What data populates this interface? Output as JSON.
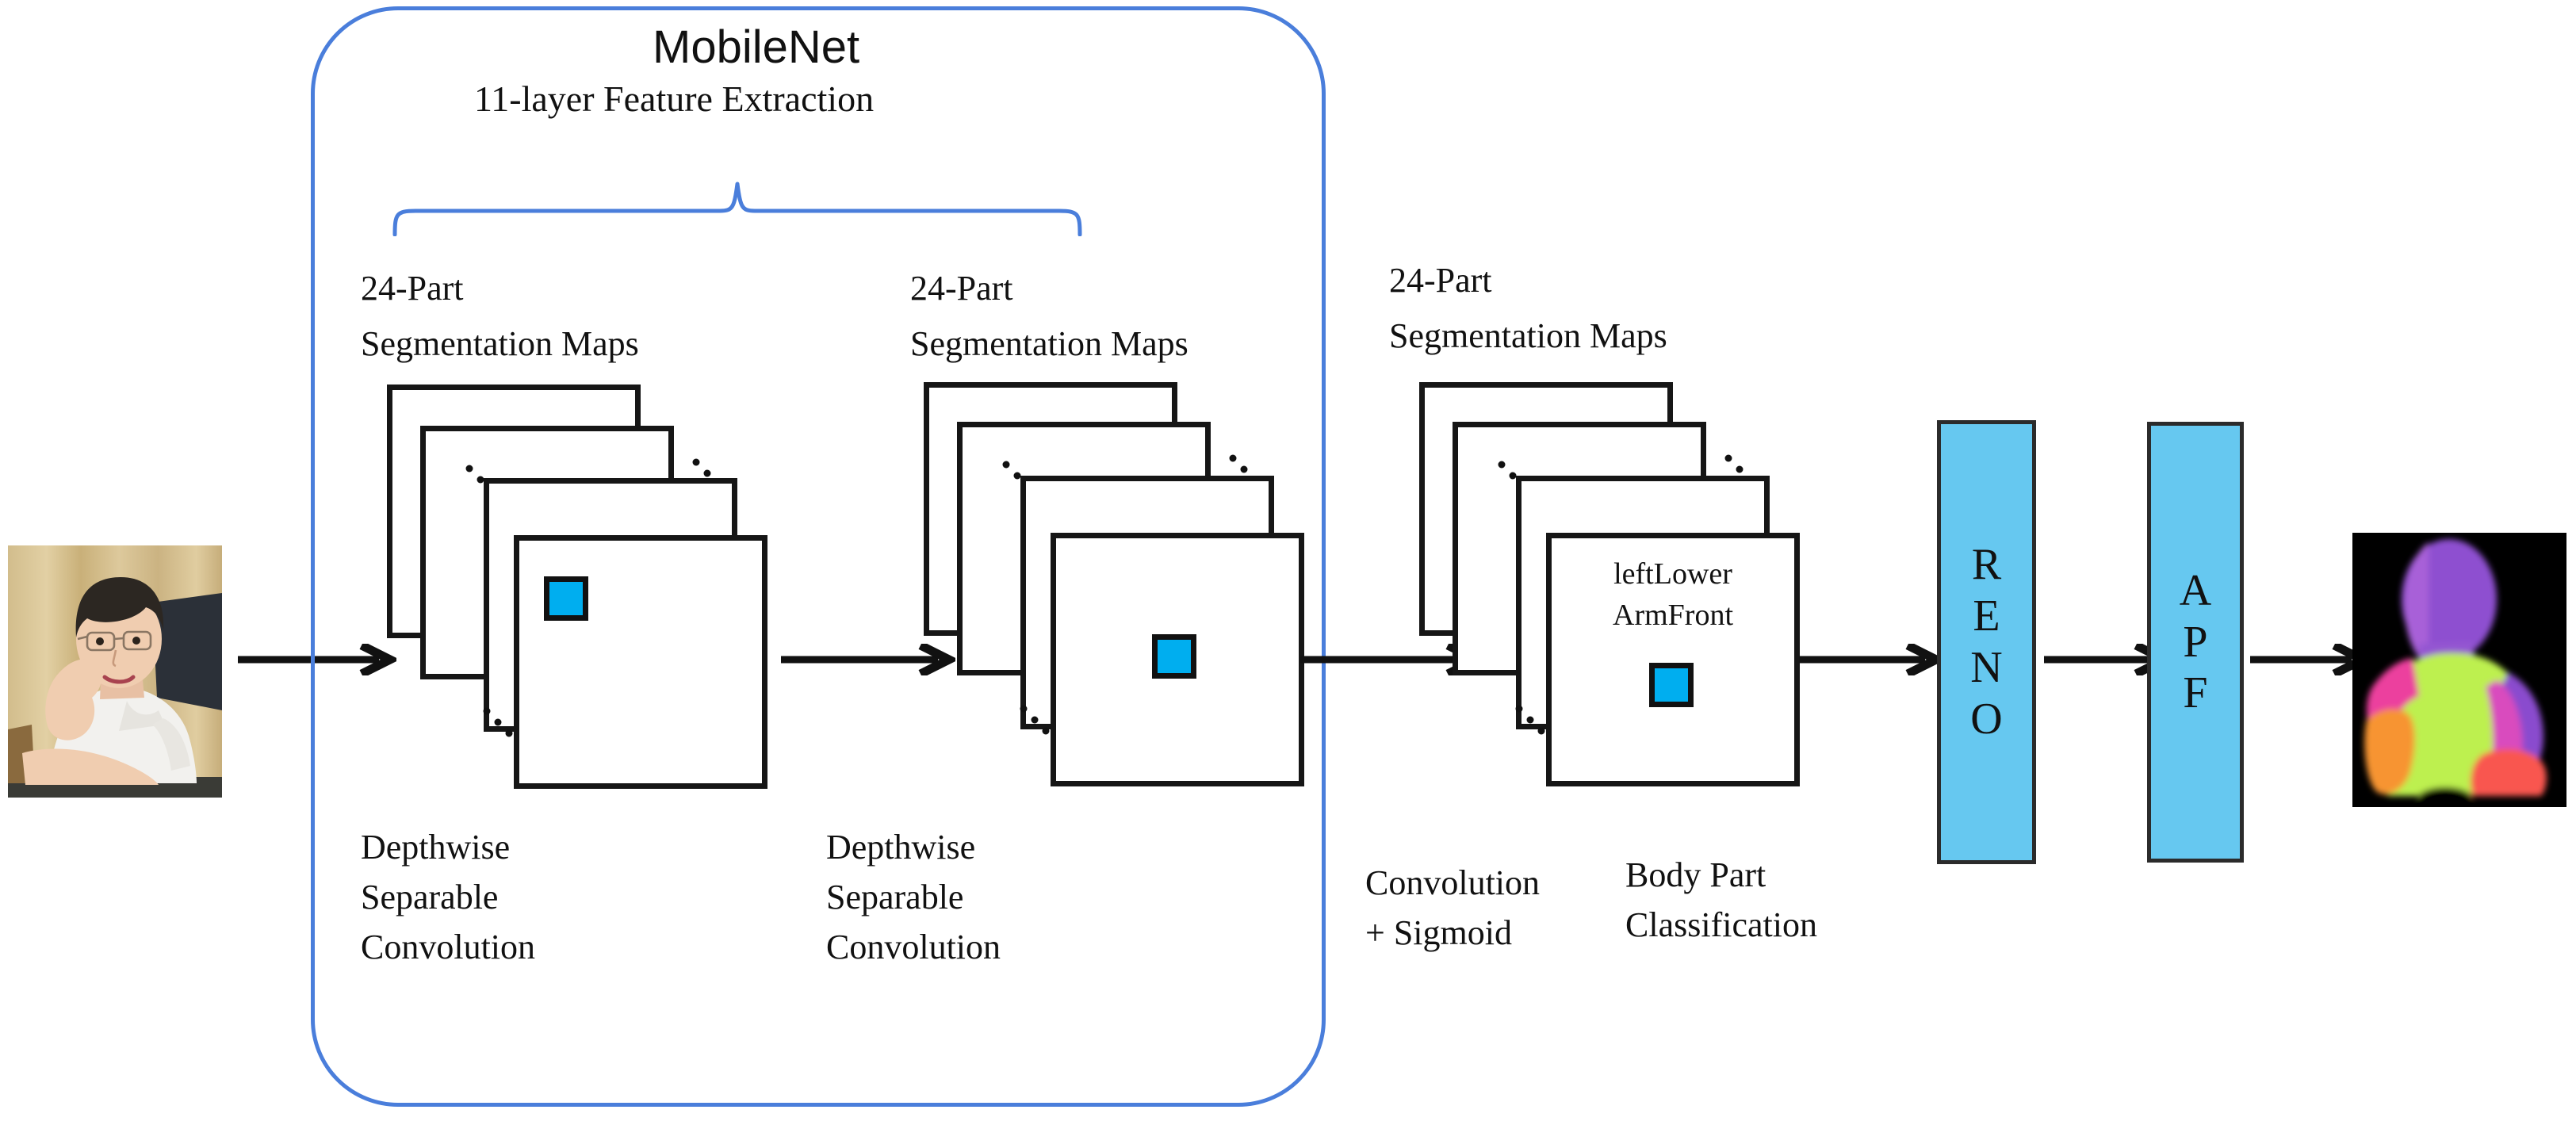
{
  "figure": {
    "type": "pipeline-architecture-diagram",
    "background": "#ffffff",
    "accent_blue": "#4a7edb",
    "block_fill": "#66c8f0",
    "marker_blue": "#00aeef"
  },
  "mobilenet": {
    "title": "MobileNet",
    "subtitle": "11-layer Feature Extraction"
  },
  "stage1": {
    "header_line1": "24-Part",
    "header_line2": "Segmentation Maps",
    "caption_line1": "Depthwise",
    "caption_line2": "Separable",
    "caption_line3": "Convolution"
  },
  "stage2": {
    "header_line1": "24-Part",
    "header_line2": "Segmentation Maps",
    "caption_line1": "Depthwise",
    "caption_line2": "Separable",
    "caption_line3": "Convolution"
  },
  "stage3": {
    "header_line1": "24-Part",
    "header_line2": "Segmentation Maps",
    "card_label_line1": "leftLower",
    "card_label_line2": "ArmFront",
    "caption_left_line1": "Convolution",
    "caption_left_line2": "+ Sigmoid",
    "caption_right_line1": "Body Part",
    "caption_right_line2": "Classification"
  },
  "reno": {
    "letters": [
      "R",
      "E",
      "N",
      "O"
    ],
    "name": "RENO"
  },
  "apf": {
    "letters": [
      "A",
      "P",
      "F"
    ],
    "name": "APF"
  },
  "input_image": {
    "alt": "photograph of a person resting chin on hand, white t-shirt, wooden wall background"
  },
  "output_image": {
    "alt": "24-part body segmentation result on black background"
  },
  "icons": {
    "arrow": "right-arrow-icon",
    "brace": "curly-brace-icon",
    "ellipsis": "diagonal-dots-icon"
  }
}
